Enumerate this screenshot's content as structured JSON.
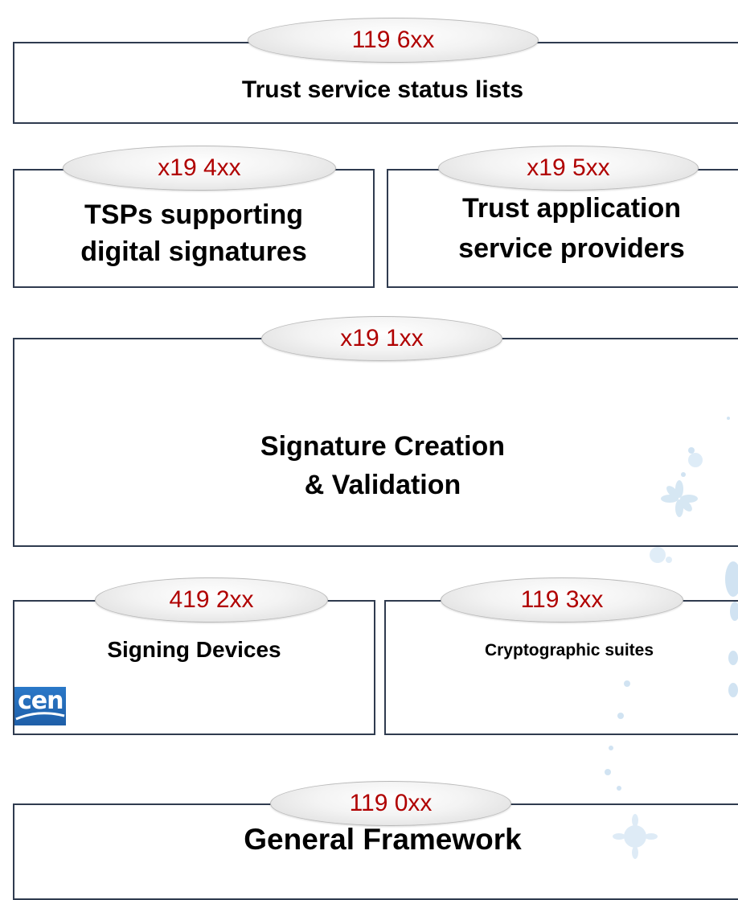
{
  "boxes": [
    {
      "code": "119 6xx",
      "title": "Trust service status lists"
    },
    {
      "code": "x19 4xx",
      "title_line1": "TSPs supporting",
      "title_line2": "digital signatures"
    },
    {
      "code": "x19 5xx",
      "title_line1": "Trust application",
      "title_line2": "service providers"
    },
    {
      "code": "x19 1xx",
      "title_line1": "Signature Creation",
      "title_line2": "& Validation"
    },
    {
      "code": "419 2xx",
      "title": "Signing Devices"
    },
    {
      "code": "119 3xx",
      "title": "Cryptographic  suites"
    },
    {
      "code": "119 0xx",
      "title": "General Framework"
    }
  ],
  "logo": {
    "text": "cen"
  },
  "colors": {
    "border": "#2f3b4f",
    "code_text": "#b00000",
    "decor": "#c9dff0"
  }
}
